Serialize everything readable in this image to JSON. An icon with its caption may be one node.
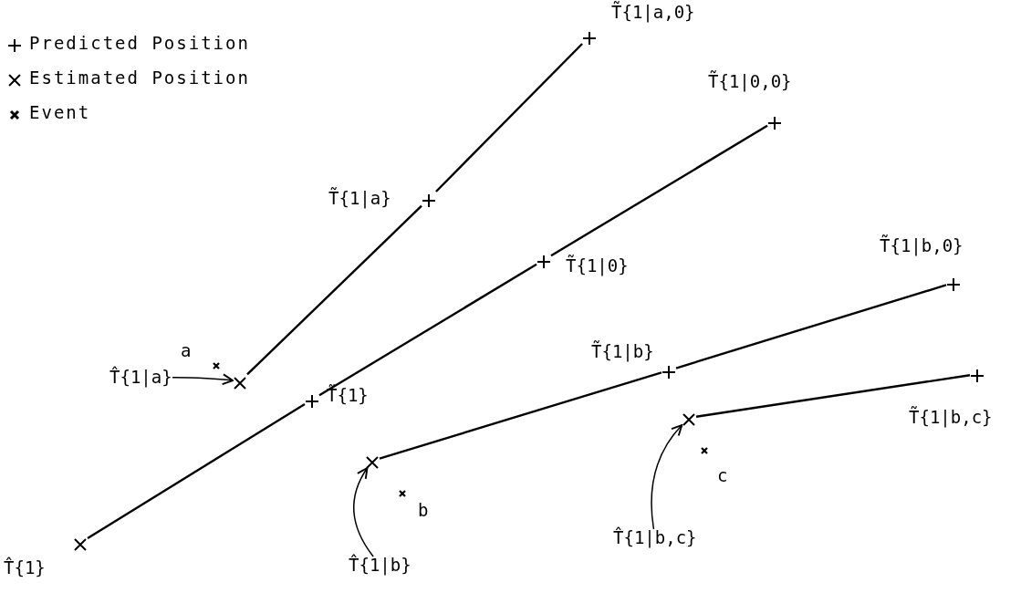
{
  "diagram": {
    "nodes": [
      {
        "text": [],
        "shape": "plus",
        "beside": [
          "T̃{1|a,0}"
        ]
      },
      {
        "text": [],
        "shape": "plus",
        "beside": [
          "T̃{1|0,0}"
        ]
      },
      {
        "text": [],
        "shape": "plus",
        "beside": [
          "T̃{1|a}"
        ]
      },
      {
        "text": [],
        "shape": "plus",
        "beside": [
          "T̃{1|0}"
        ]
      },
      {
        "text": [],
        "shape": "plus",
        "beside": [
          "T̃{1|b,0}"
        ]
      },
      {
        "text": [],
        "shape": "plus",
        "beside": [
          "T̃{1|b}"
        ]
      },
      {
        "text": [
          "T̂{1|a}"
        ]
      },
      {
        "text": [],
        "shape": "cross"
      },
      {
        "text": [],
        "shape": "plus",
        "beside": [
          "T̃{1}"
        ]
      },
      {
        "text": [],
        "shape": "plus",
        "beside": [
          "T̃{1|b,c}"
        ]
      },
      {
        "text": [],
        "shape": "cross"
      },
      {
        "text": [],
        "shape": "cross"
      },
      {
        "text": [],
        "shape": "cross",
        "beside": [
          "T̂{1}"
        ]
      },
      {
        "text": [
          "T̂{1|b,c}"
        ]
      },
      {
        "text": [
          "T̂{1|b}"
        ]
      }
    ],
    "edges": [
      {
        "from": 7,
        "to": 2,
        "arrow": "none"
      },
      {
        "from": 2,
        "to": 0,
        "arrow": "none"
      },
      {
        "from": 12,
        "to": 8,
        "arrow": "none"
      },
      {
        "from": 8,
        "to": 3,
        "arrow": "none"
      },
      {
        "from": 3,
        "to": 1,
        "arrow": "none"
      },
      {
        "from": 11,
        "to": 5,
        "arrow": "none"
      },
      {
        "from": 5,
        "to": 4,
        "arrow": "none"
      },
      {
        "from": 10,
        "to": 9,
        "arrow": "none"
      },
      {
        "from": 6,
        "to": 7,
        "arrow": "to"
      },
      {
        "from": 14,
        "to": 11,
        "arrow": "to"
      },
      {
        "from": 13,
        "to": 10,
        "arrow": "to"
      }
    ],
    "labels": [
      "a",
      "b",
      "c"
    ],
    "legend": [
      {
        "text": "Predicted Position"
      },
      {
        "text": "Estimated Position"
      },
      {
        "text": "Event"
      }
    ]
  }
}
